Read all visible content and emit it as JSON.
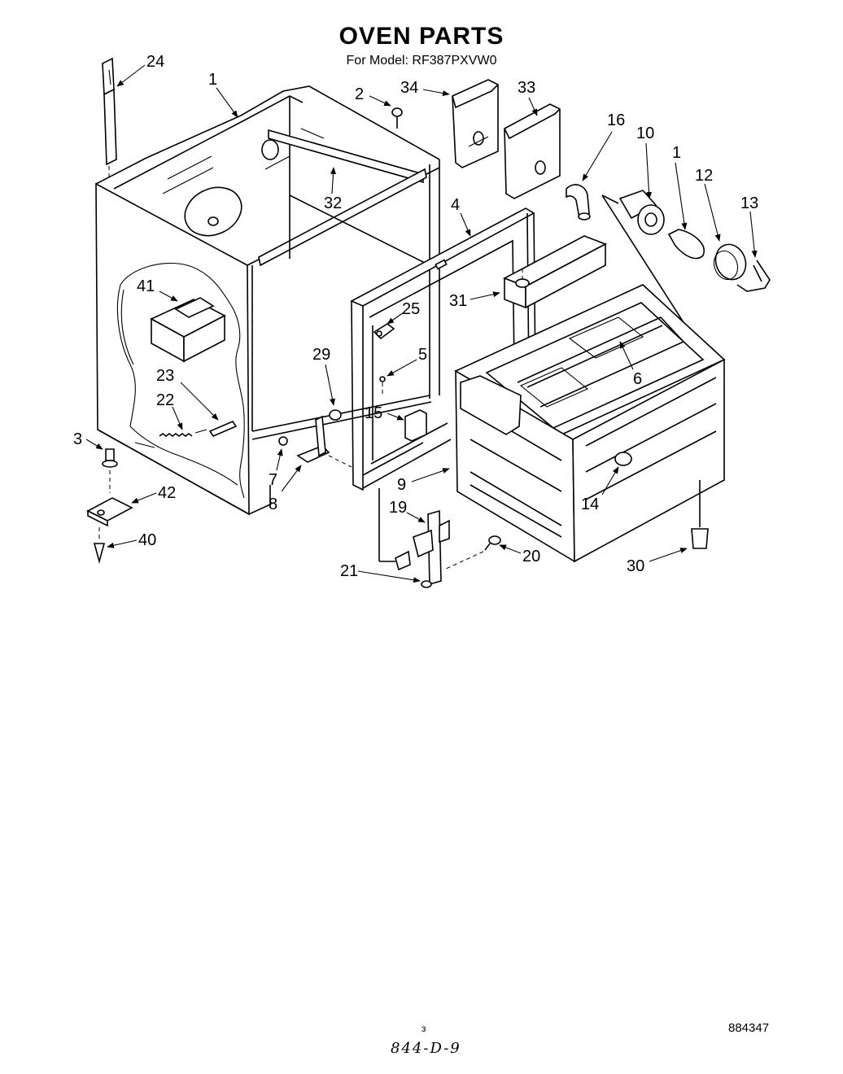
{
  "title": "OVEN PARTS",
  "subtitle": "For Model: RF387PXVW0",
  "callouts": {
    "c24": "24",
    "c1a": "1",
    "c2": "2",
    "c34": "34",
    "c33": "33",
    "c16": "16",
    "c10": "10",
    "c1b": "1",
    "c12": "12",
    "c13": "13",
    "c32": "32",
    "c4": "4",
    "c41": "41",
    "c31": "31",
    "c25": "25",
    "c29": "29",
    "c5": "5",
    "c6": "6",
    "c23": "23",
    "c22": "22",
    "c15": "15",
    "c3": "3",
    "c7": "7",
    "c8": "8",
    "c9": "9",
    "c42": "42",
    "c14": "14",
    "c19": "19",
    "c40": "40",
    "c20": "20",
    "c21": "21",
    "c30": "30"
  },
  "footer": {
    "page_mark": "з",
    "doc_number": "884347",
    "handwritten": "844-D-9"
  }
}
